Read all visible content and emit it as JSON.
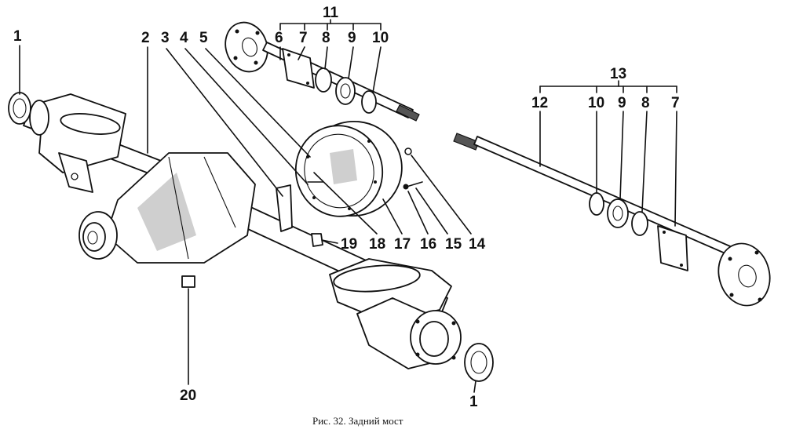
{
  "caption": "Рис. 32. Задний мост",
  "callouts": {
    "c1a": "1",
    "c1b": "1",
    "c2": "2",
    "c3": "3",
    "c4": "4",
    "c5": "5",
    "c6": "6",
    "c7a": "7",
    "c7b": "7",
    "c8a": "8",
    "c8b": "8",
    "c9a": "9",
    "c9b": "9",
    "c10a": "10",
    "c10b": "10",
    "c11": "11",
    "c12": "12",
    "c13": "13",
    "c14": "14",
    "c15": "15",
    "c16": "16",
    "c17": "17",
    "c18": "18",
    "c19": "19",
    "c20": "20"
  }
}
